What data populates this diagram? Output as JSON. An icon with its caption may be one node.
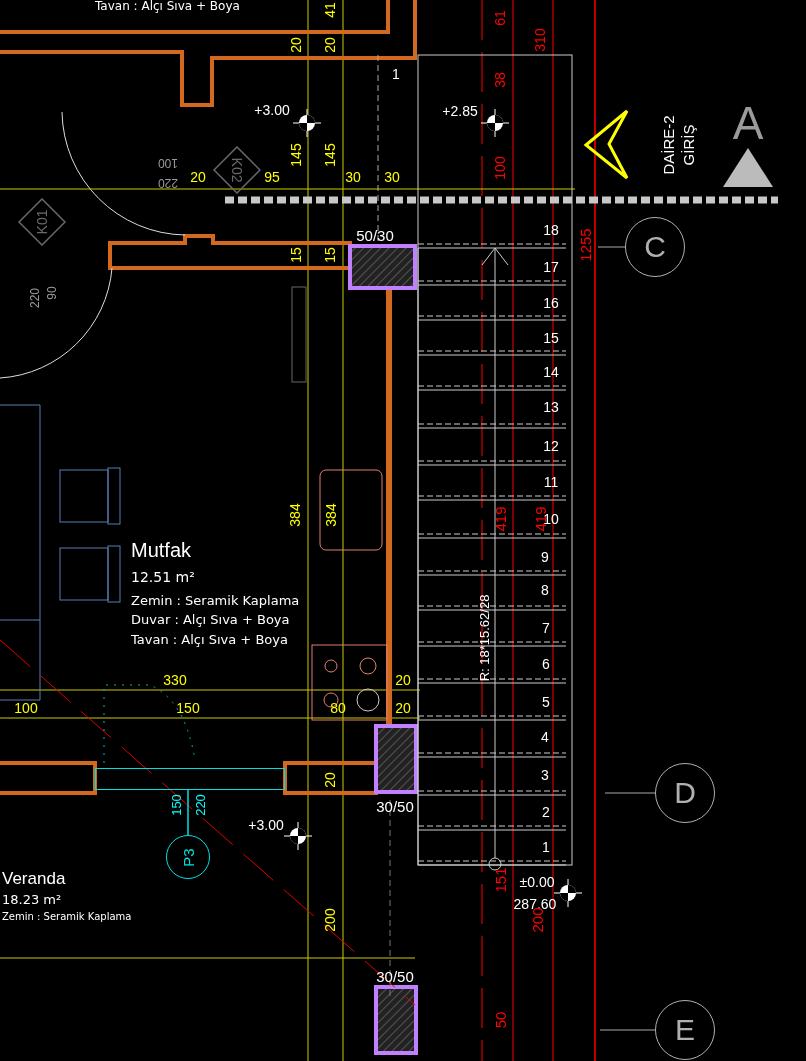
{
  "diagram": {
    "nodes": [
      {
        "text": [
          "C"
        ]
      },
      {
        "text": [
          "D"
        ]
      },
      {
        "text": [
          "E"
        ]
      },
      {
        "text": [
          "P3"
        ]
      },
      {
        "text": [
          "K01"
        ]
      },
      {
        "text": [
          "K02"
        ]
      },
      {
        "text": [],
        "shape": "box"
      }
    ],
    "edges": [
      {
        "from": 3,
        "to": 6,
        "arrow": "none"
      }
    ],
    "labels": [
      "Tavan : Alçı Sıva + Boya",
      "41",
      "61",
      "310",
      "20",
      "20",
      "1",
      "38",
      "+3.00",
      "+2.85",
      "A",
      "DAİRE-2",
      "GİRİŞ",
      "145",
      "145",
      "100",
      "100",
      "20",
      "95",
      "30",
      "30",
      "220",
      "18",
      "50/30",
      "1255",
      "15",
      "15",
      "17",
      "220",
      "90",
      "16",
      "15",
      "14",
      "13",
      "12",
      "11",
      "384",
      "384",
      "419",
      "419",
      "10",
      "Mutfak",
      "9",
      "12.51 m²",
      "8",
      "Zemin : Seramik Kaplama",
      "Duvar : Alçı Sıva + Boya",
      "7",
      "Tavan : Alçı Sıva + Boya",
      "R: 18*15.62/28",
      "6",
      "330",
      "20",
      "5",
      "100",
      "150",
      "80",
      "20",
      "4",
      "3",
      "20",
      "30/50",
      "150",
      "220",
      "2",
      "+3.00",
      "1",
      "Veranda",
      "151",
      "±0.00",
      "18.23 m²",
      "287.60",
      "Zemin : Seramik Kaplama",
      "200",
      "200",
      "30/50",
      "50"
    ]
  }
}
